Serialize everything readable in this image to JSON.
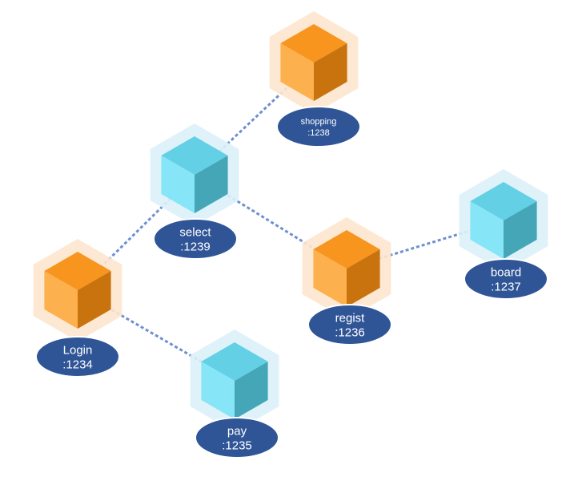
{
  "colors": {
    "edge": "#6e90cf",
    "label_fill": "#2f5597",
    "orange": {
      "halo": "#fde6cf",
      "top": "#f7951f",
      "left": "#fdb04e",
      "right": "#c8730d"
    },
    "blue": {
      "halo": "#dcf1f8",
      "top": "#63d0e6",
      "left": "#86e6f8",
      "right": "#45a6b8"
    }
  },
  "nodes": [
    {
      "id": "shopping",
      "name": "shopping",
      "port": ":1238",
      "color": "orange",
      "label_size": "small"
    },
    {
      "id": "select",
      "name": "select",
      "port": ":1239",
      "color": "blue",
      "label_size": "normal"
    },
    {
      "id": "regist",
      "name": "regist",
      "port": ":1236",
      "color": "orange",
      "label_size": "normal"
    },
    {
      "id": "board",
      "name": "board",
      "port": ":1237",
      "color": "blue",
      "label_size": "normal"
    },
    {
      "id": "login",
      "name": "Login",
      "port": ":1234",
      "color": "orange",
      "label_size": "normal"
    },
    {
      "id": "pay",
      "name": "pay",
      "port": ":1235",
      "color": "blue",
      "label_size": "normal"
    }
  ],
  "edges": [
    {
      "from": "select",
      "to": "shopping"
    },
    {
      "from": "select",
      "to": "login"
    },
    {
      "from": "select",
      "to": "regist"
    },
    {
      "from": "regist",
      "to": "board"
    },
    {
      "from": "login",
      "to": "pay"
    }
  ]
}
